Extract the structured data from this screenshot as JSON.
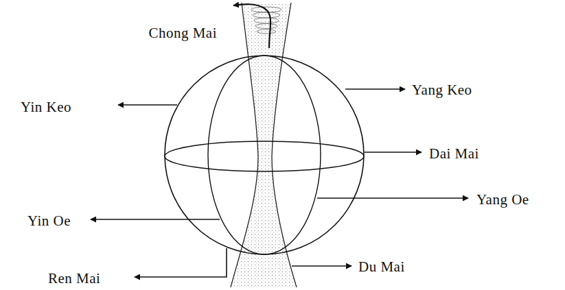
{
  "diagram": {
    "labels": [
      "Chong Mai",
      "Yin Keo",
      "Yang Keo",
      "Dai Mai",
      "Yin Oe",
      "Yang Oe",
      "Ren Mai",
      "Du Mai"
    ]
  }
}
